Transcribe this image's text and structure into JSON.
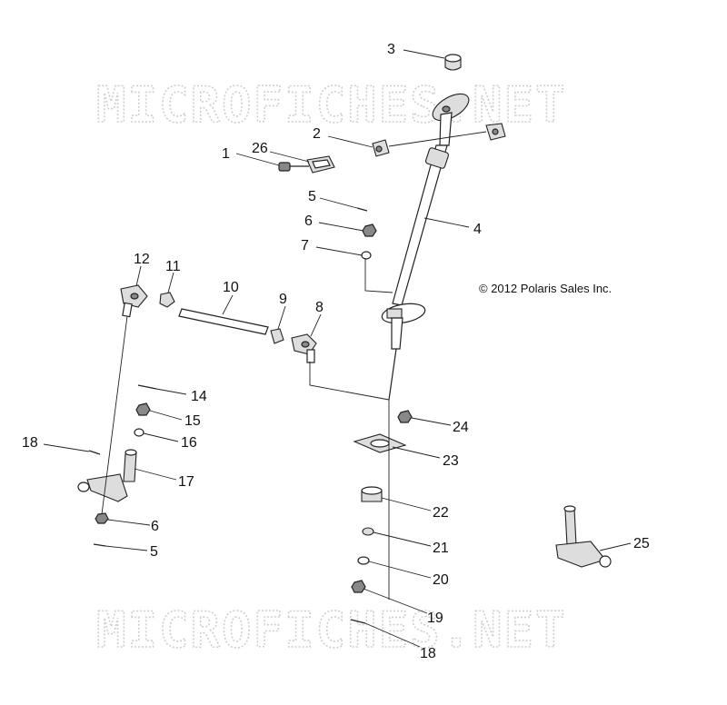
{
  "watermark": {
    "text": "MICROFICHES.NET"
  },
  "copyright": "© 2012 Polaris Sales Inc.",
  "callouts": [
    "1",
    "2",
    "3",
    "4",
    "5",
    "5",
    "6",
    "6",
    "7",
    "8",
    "9",
    "10",
    "11",
    "12",
    "14",
    "15",
    "16",
    "17",
    "18",
    "18",
    "19",
    "20",
    "21",
    "22",
    "23",
    "24",
    "25",
    "26"
  ]
}
